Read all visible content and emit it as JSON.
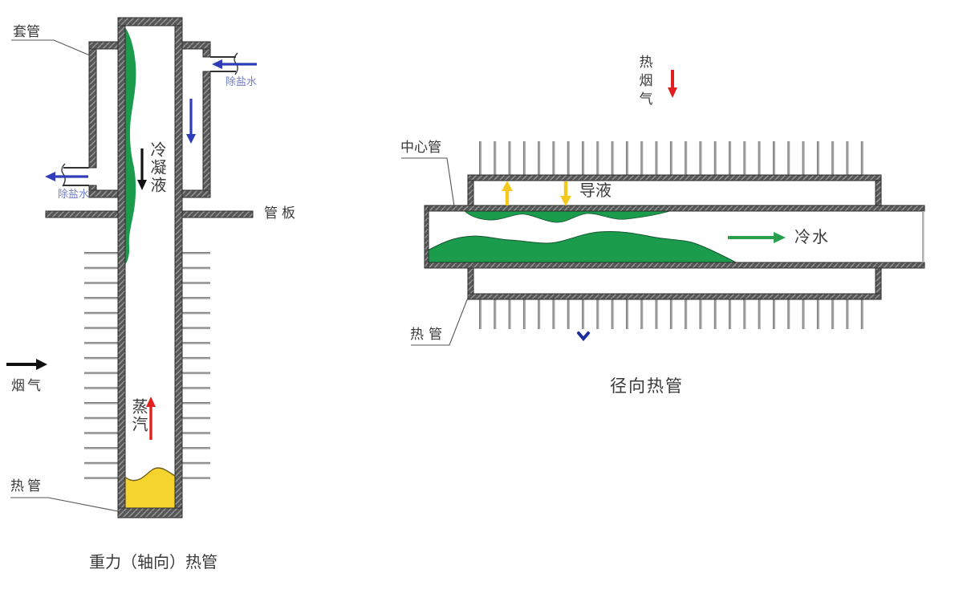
{
  "left_diagram": {
    "caption": "重力（轴向）热管",
    "labels": {
      "casing": "套管",
      "demin_water_top": "除盐水",
      "demin_water_bottom": "除盐水",
      "condensate": "冷凝液",
      "tube_sheet": "管板",
      "flue_gas": "烟气",
      "steam": "蒸汽",
      "heat_pipe": "热管"
    }
  },
  "right_diagram": {
    "caption": "径向热管",
    "labels": {
      "hot_flue_gas": "热烟气",
      "center_tube": "中心管",
      "liquid_transfer": "导液",
      "cold_water": "冷水",
      "heat_pipe": "热管"
    }
  },
  "colors": {
    "wall_dark": "#565656",
    "wall_hatch": "#929292",
    "fin_fill": "#a2a2a2",
    "liquid_green": "#1b9b4c",
    "pool_yellow": "#f6d42e",
    "arrow_red": "#e01f1f",
    "arrow_blue": "#2f3db9",
    "arrow_yellow": "#f3c91f",
    "arrow_green": "#27a04e",
    "arrow_black": "#111111",
    "chevron_blue": "#1c2da0",
    "label_text": "#3a3a3a",
    "blue_label": "#7380c8",
    "outline": "#2e2e2e",
    "leader": "#555555",
    "pool_edge": "#6f5e1e",
    "film_edge": "#15532f"
  }
}
